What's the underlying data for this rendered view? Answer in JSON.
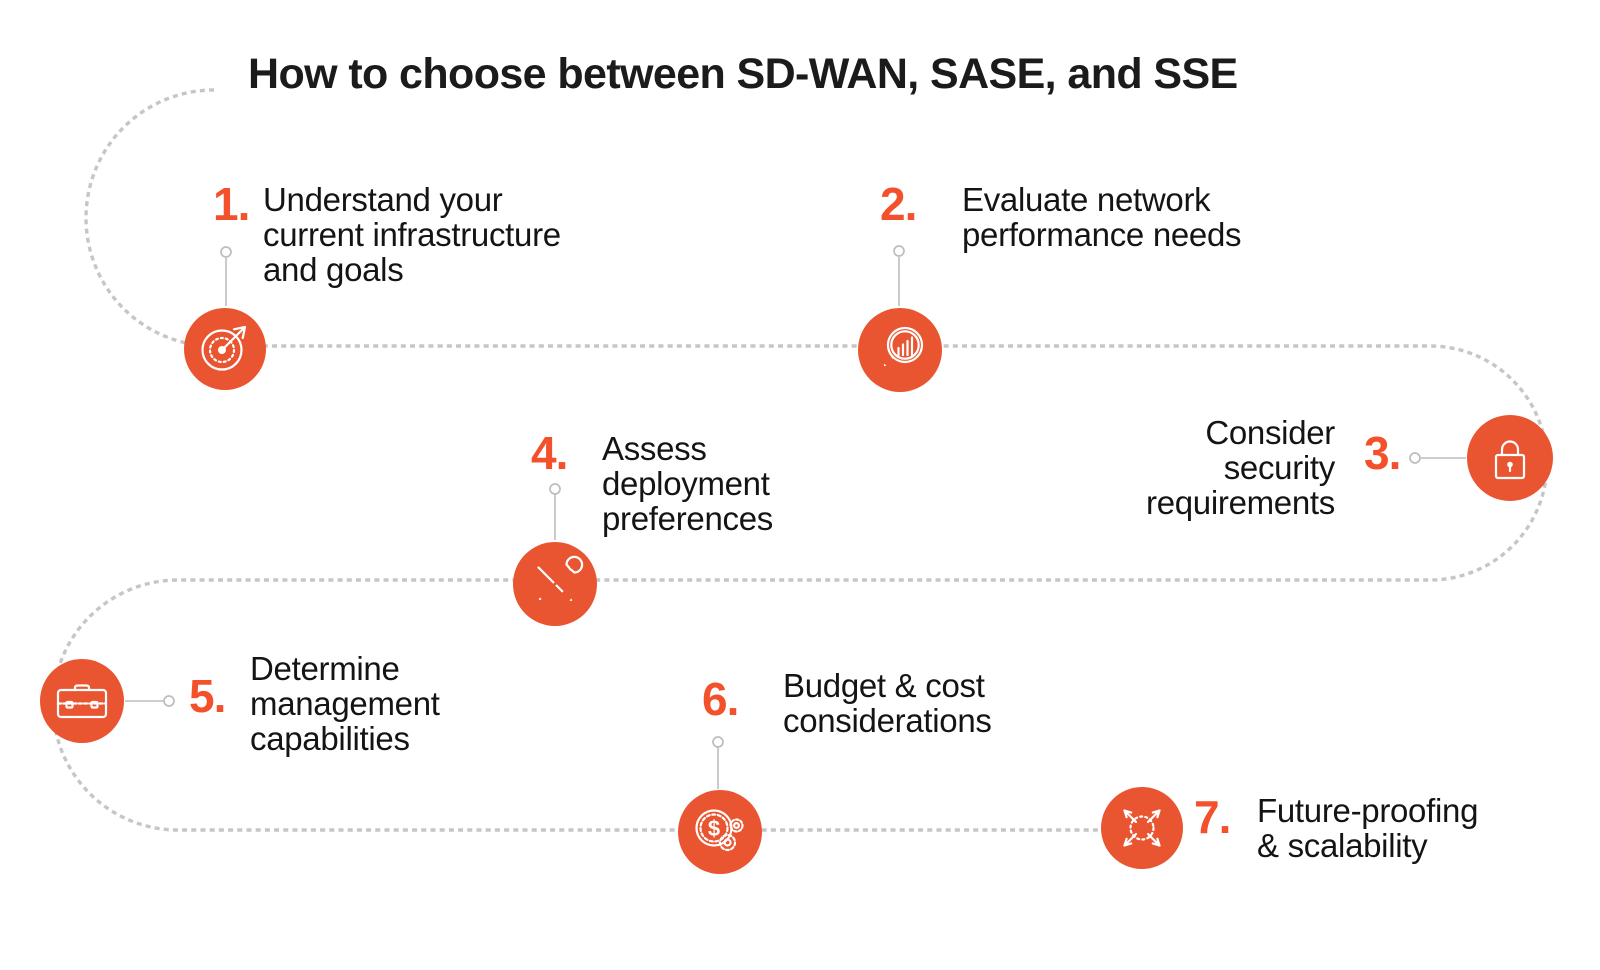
{
  "title": "How to choose between SD-WAN, SASE, and SSE",
  "colors": {
    "accent": "#E95530",
    "number": "#F3512B",
    "ink": "#141414",
    "path_gray": "#C6C6C6",
    "connector_gray": "#BDBDBD",
    "background": "#FFFFFF"
  },
  "steps": [
    {
      "number": "1.",
      "icon": "target-dart-icon",
      "lines": [
        "Understand your",
        "current infrastructure",
        "and goals"
      ]
    },
    {
      "number": "2.",
      "icon": "magnifier-bar-chart-icon",
      "lines": [
        "Evaluate network",
        "performance needs"
      ]
    },
    {
      "number": "3.",
      "icon": "padlock-icon",
      "lines": [
        "Consider",
        "security",
        "requirements"
      ]
    },
    {
      "number": "4.",
      "icon": "crossed-tools-icon",
      "lines": [
        "Assess",
        "deployment",
        "preferences"
      ]
    },
    {
      "number": "5.",
      "icon": "briefcase-icon",
      "lines": [
        "Determine",
        "management",
        "capabilities"
      ]
    },
    {
      "number": "6.",
      "icon": "dollar-gears-icon",
      "coin_symbol": "$",
      "lines": [
        "Budget & cost",
        "considerations"
      ]
    },
    {
      "number": "7.",
      "icon": "expand-arrows-icon",
      "lines": [
        "Future-proofing",
        "& scalability"
      ]
    }
  ]
}
